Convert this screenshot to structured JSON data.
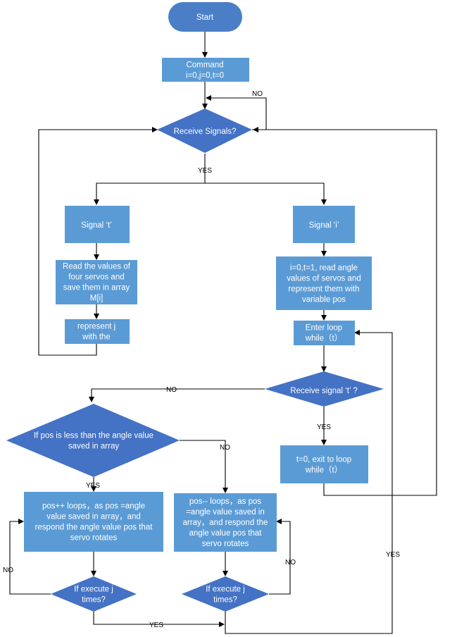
{
  "nodes": {
    "start": {
      "lines": [
        "Start"
      ]
    },
    "command": {
      "lines": [
        "Command",
        "i=0,j=0,t=0"
      ]
    },
    "receive_signals": {
      "lines": [
        "Receive Signals?"
      ]
    },
    "signal_t": {
      "lines": [
        "Signal ‘t’"
      ]
    },
    "signal_i": {
      "lines": [
        "Signal ‘i’"
      ]
    },
    "read_values": {
      "lines": [
        "Read the values of",
        "four servos and",
        "save them in array",
        "M[i]"
      ]
    },
    "represent_j": {
      "lines": [
        "represent j",
        "with the"
      ]
    },
    "init_read_angle": {
      "lines": [
        "i=0,t=1, read angle",
        "values of servos and",
        "represent them with",
        "variable pos"
      ]
    },
    "enter_loop": {
      "lines": [
        "Enter loop",
        "while（t）"
      ]
    },
    "receive_signal_t": {
      "lines": [
        "Receive signal ‘t’ ?"
      ]
    },
    "pos_less_than": {
      "lines": [
        "If pos is less than the angle value",
        "saved in array"
      ]
    },
    "exit_loop": {
      "lines": [
        "t=0, exit to loop",
        "while（t）"
      ]
    },
    "pos_increment": {
      "lines": [
        "pos++ loops，as pos =angle",
        "value saved in array，and",
        "respond the angle value pos that",
        "servo rotates"
      ]
    },
    "pos_decrement": {
      "lines": [
        "pos-- loops，as pos",
        "=angle value saved in",
        "array，and respond the",
        "angle value pos that",
        "servo rotates"
      ]
    },
    "execute_j_left": {
      "lines": [
        "If execute j",
        "times?"
      ]
    },
    "execute_j_right": {
      "lines": [
        "If execute j",
        "times?"
      ]
    }
  },
  "edge_labels": {
    "no_top": "NO",
    "yes_split": "YES",
    "no_signal": "NO",
    "yes_exit": "YES",
    "no_pos": "NO",
    "yes_pos": "YES",
    "no_left": "NO",
    "no_right": "NO",
    "yes_bottom": "YES",
    "yes_loop": "YES"
  },
  "colors": {
    "shape_fill": "#4472c4",
    "rect_fill": "#5b9bd5",
    "text": "#ffffff",
    "line": "#000000"
  }
}
